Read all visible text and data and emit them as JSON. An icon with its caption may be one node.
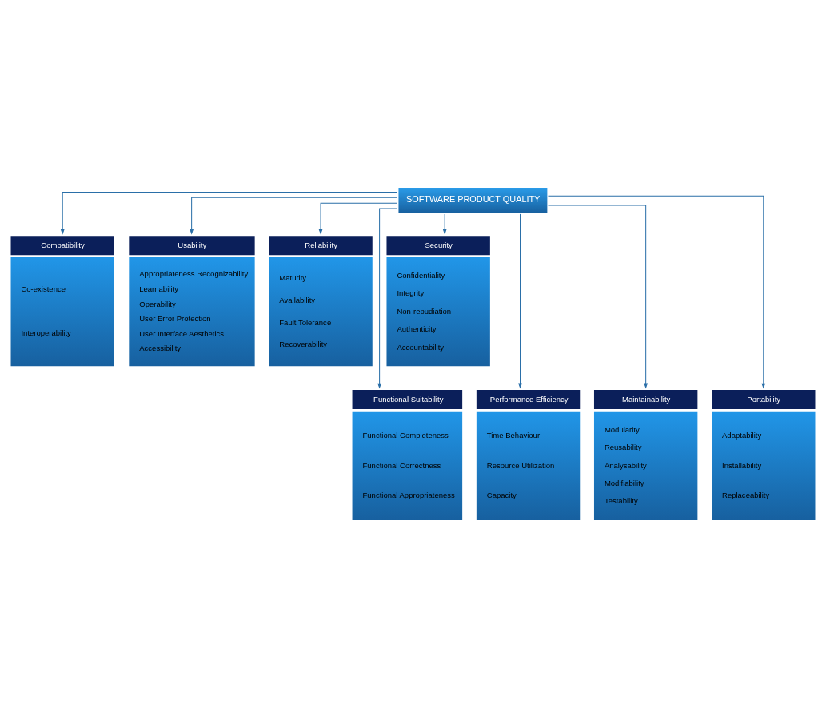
{
  "diagram": {
    "nodes": [
      {
        "text": [
          "SOFTWARE PRODUCT QUALITY"
        ]
      },
      {
        "text": [
          "Compatibility",
          "Co-existence",
          "Interoperability"
        ]
      },
      {
        "text": [
          "Usability",
          "Appropriateness Recognizability",
          "Learnability",
          "Operability",
          "User Error Protection",
          "User Interface Aesthetics",
          "Accessibility"
        ]
      },
      {
        "text": [
          "Reliability",
          "Maturity",
          "Availability",
          "Fault Tolerance",
          "Recoverability"
        ]
      },
      {
        "text": [
          "Security",
          "Confidentiality",
          "Integrity",
          "Non-repudiation",
          "Authenticity",
          "Accountability"
        ]
      },
      {
        "text": [
          "Functional Suitability",
          "Functional Completeness",
          "Functional Correctness",
          "Functional Appropriateness"
        ]
      },
      {
        "text": [
          "Performance Efficiency",
          "Time Behaviour",
          "Resource Utilization",
          "Capacity"
        ]
      },
      {
        "text": [
          "Maintainability",
          "Modularity",
          "Reusability",
          "Analysability",
          "Modifiability",
          "Testability"
        ]
      },
      {
        "text": [
          "Portability",
          "Adaptability",
          "Installability",
          "Replaceability"
        ]
      }
    ],
    "edges": [
      {
        "from": 0,
        "to": 1,
        "arrow": "to"
      },
      {
        "from": 0,
        "to": 2,
        "arrow": "to"
      },
      {
        "from": 0,
        "to": 3,
        "arrow": "to"
      },
      {
        "from": 0,
        "to": 4,
        "arrow": "to"
      },
      {
        "from": 0,
        "to": 5,
        "arrow": "to"
      },
      {
        "from": 0,
        "to": 6,
        "arrow": "to"
      },
      {
        "from": 0,
        "to": 7,
        "arrow": "to"
      },
      {
        "from": 0,
        "to": 8,
        "arrow": "to"
      }
    ]
  }
}
